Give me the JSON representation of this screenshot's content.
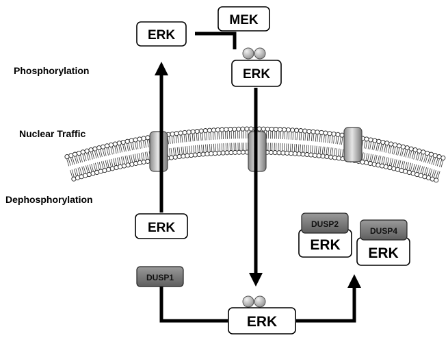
{
  "side_labels": {
    "phosphorylation": "Phosphorylation",
    "nuclear_traffic": "Nuclear Traffic",
    "dephosphorylation": "Dephosphorylation"
  },
  "proteins": {
    "erk_top_left": "ERK",
    "mek": "MEK",
    "erk_top_phospho": "ERK",
    "erk_left_lower": "ERK",
    "erk_bottom_phospho": "ERK",
    "erk_with_dusp2": "ERK",
    "erk_with_dusp4": "ERK"
  },
  "phosphatases": {
    "dusp1": "DUSP1",
    "dusp2": "DUSP2",
    "dusp4": "DUSP4"
  },
  "colors": {
    "line": "#000000",
    "box_fill": "#ffffff",
    "dusp_fill": "#7a7a7a",
    "phosphate": "#c8c8c8",
    "pore": "#b4b4b4"
  }
}
